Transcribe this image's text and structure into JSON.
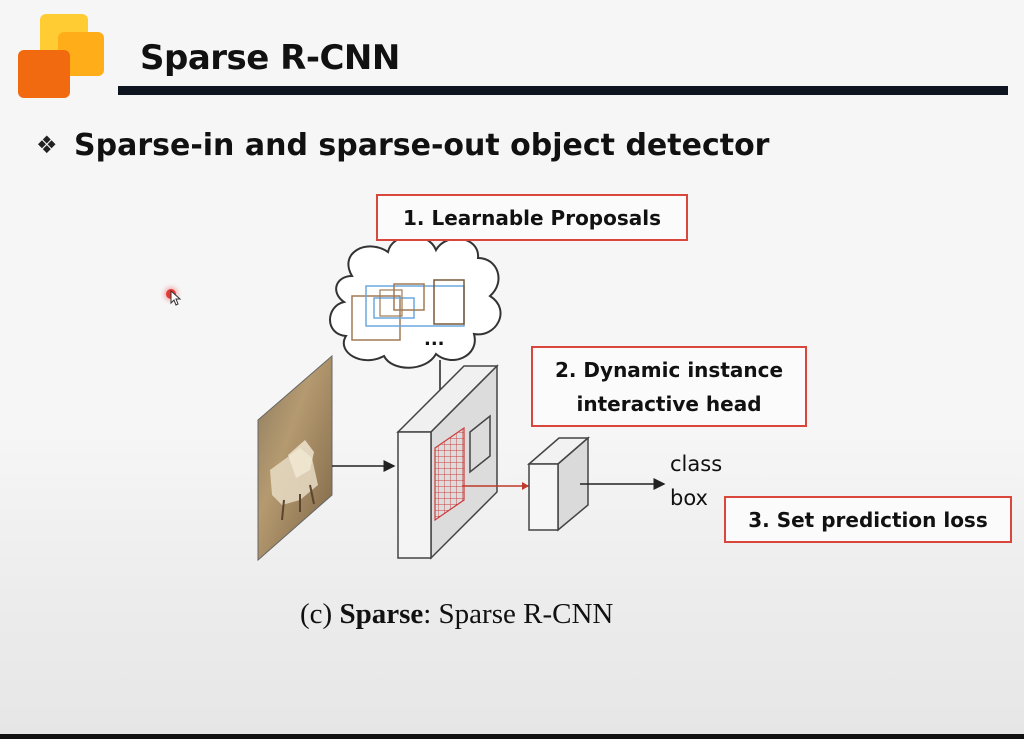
{
  "slide": {
    "title": "Sparse R-CNN",
    "bullet": {
      "icon": "diamond-bullet-icon",
      "text": "Sparse-in and sparse-out object detector"
    }
  },
  "diagram": {
    "callouts": [
      "1. Learnable Proposals",
      [
        "2. Dynamic instance",
        "interactive head"
      ],
      "3. Set prediction loss"
    ],
    "proposal_ellipsis": "...",
    "outputs": {
      "class": "class",
      "box": "box"
    },
    "caption": {
      "prefix": "(c) ",
      "bold": "Sparse",
      "rest": ": Sparse R-CNN"
    }
  },
  "colors": {
    "accent_red": "#d9463b",
    "title_rule": "#0e1420",
    "proposal_blue": "#6aa8e0",
    "proposal_brown": "#a07a55",
    "logo": [
      "#ffcc33",
      "#ffae1a",
      "#f26a10"
    ]
  }
}
